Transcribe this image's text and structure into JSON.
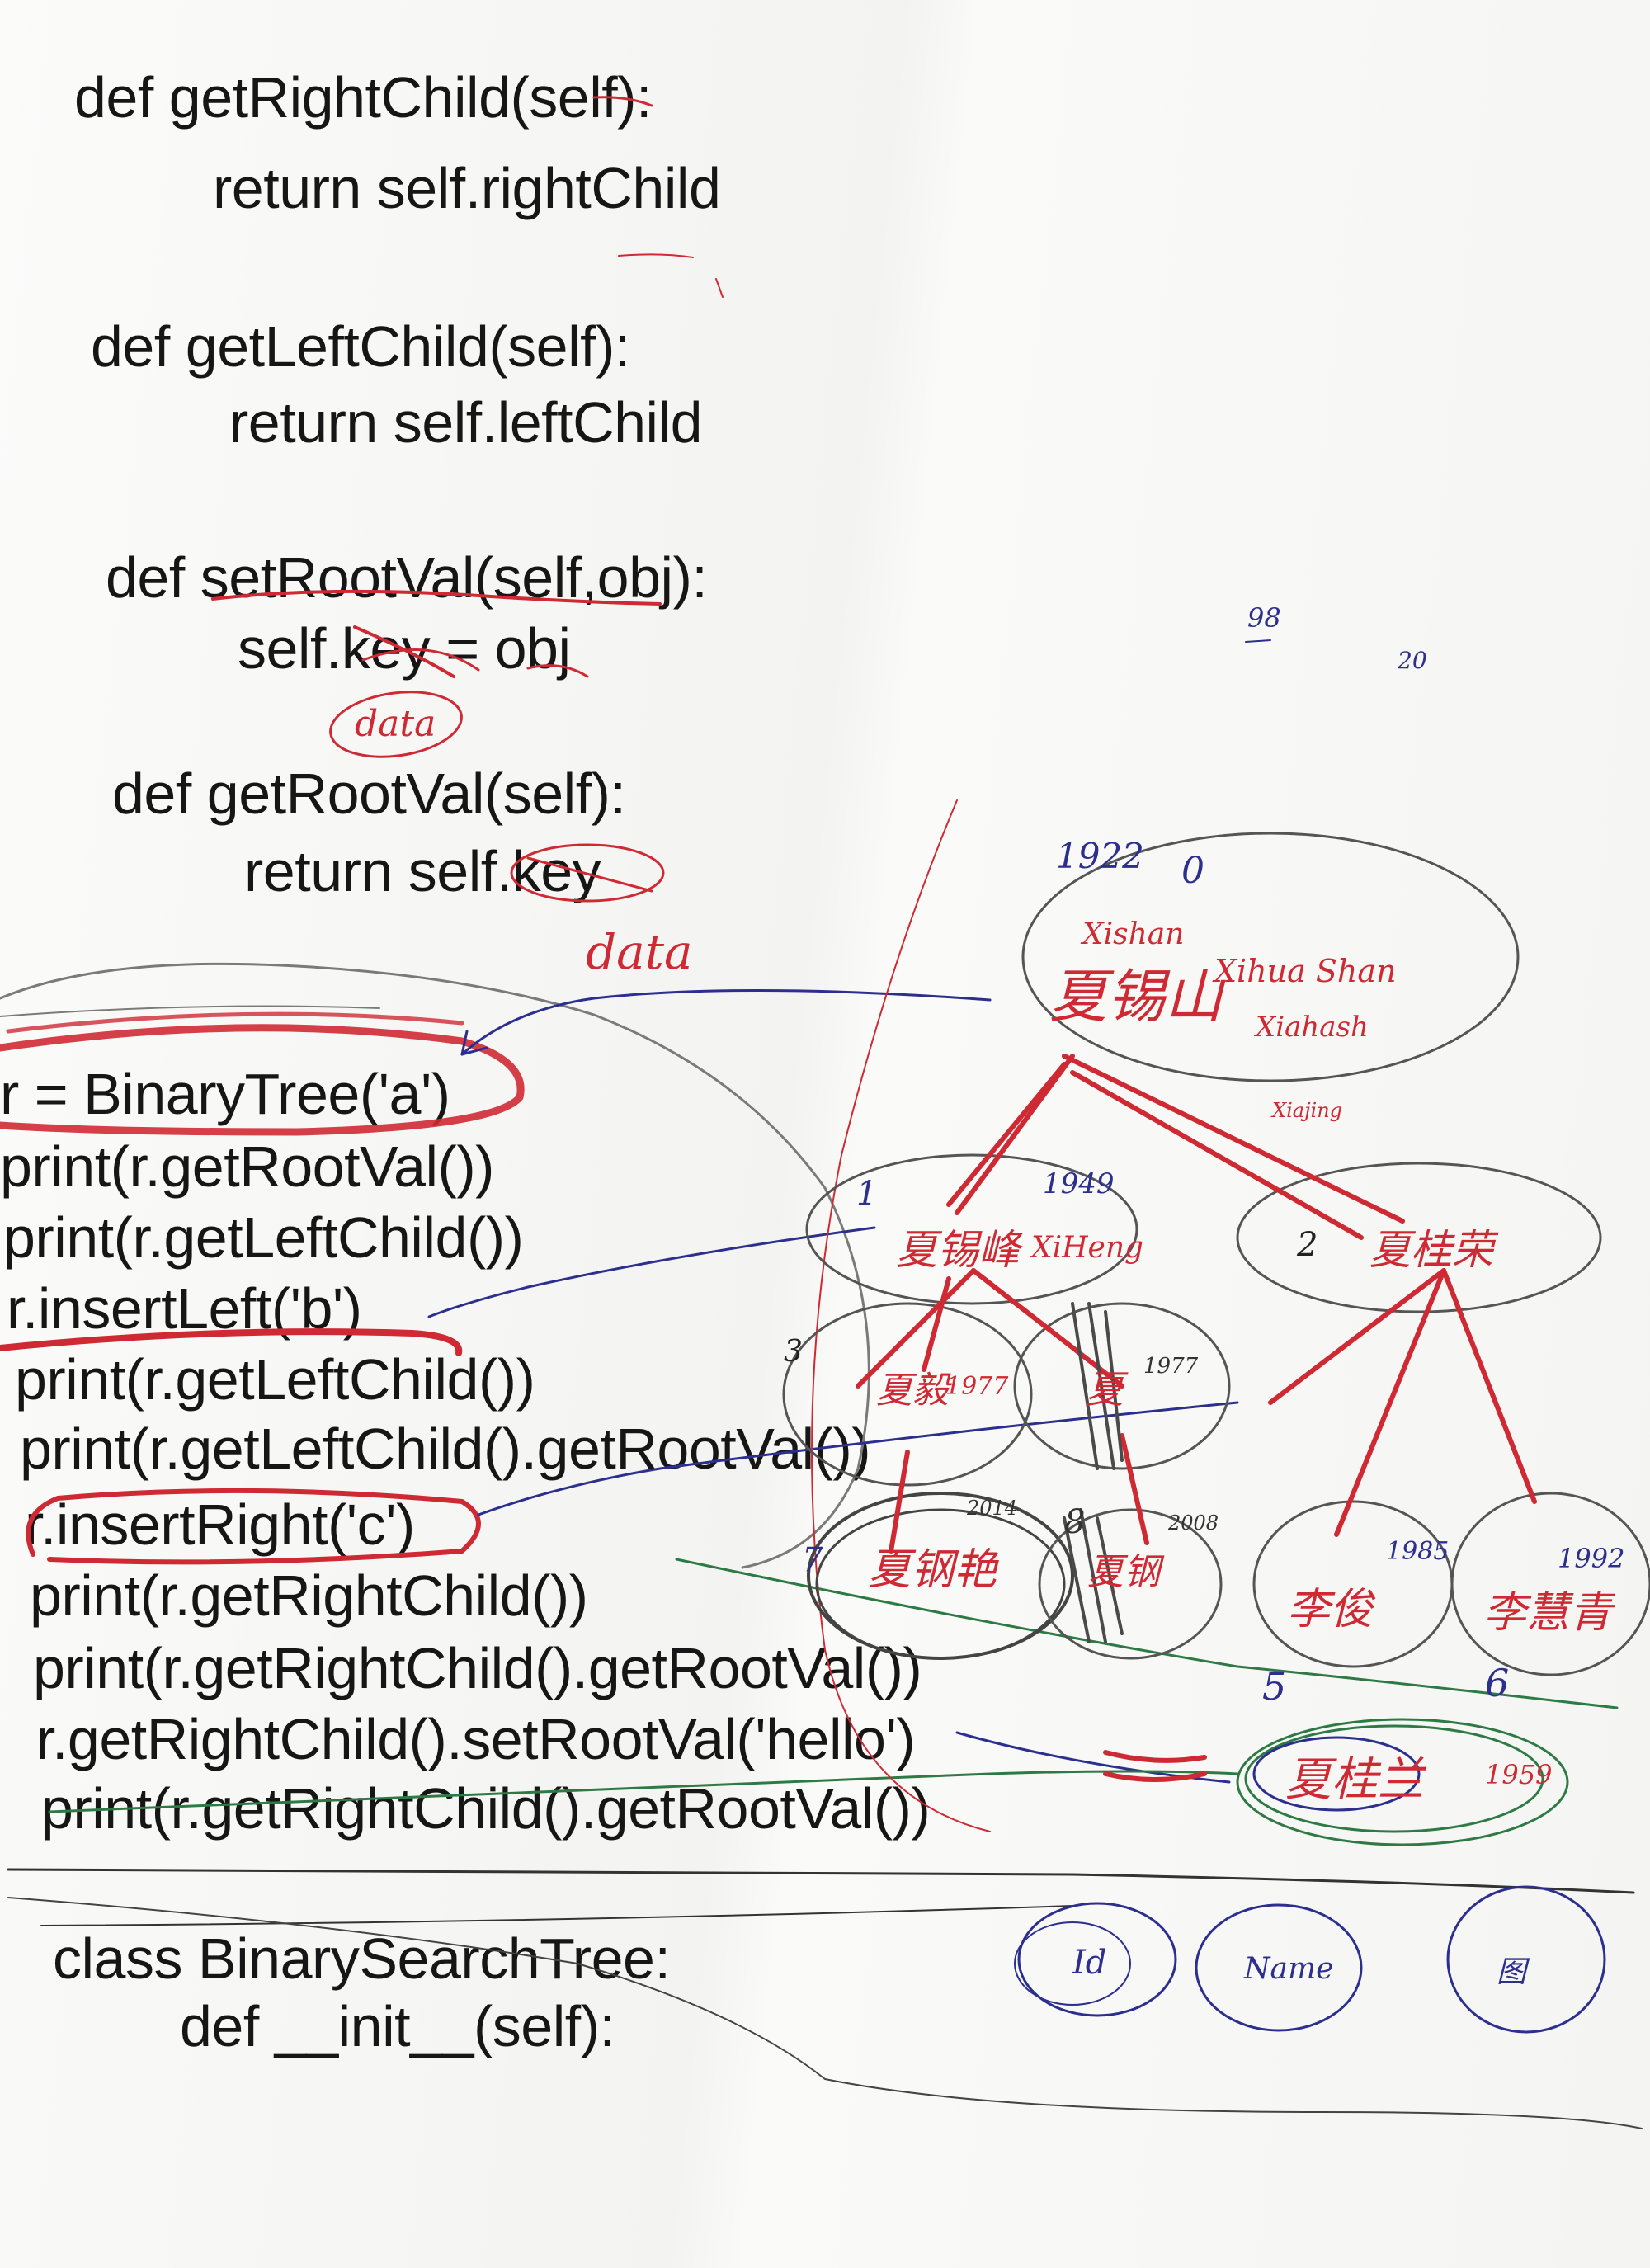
{
  "code": {
    "line1": "def getRightChild(self):",
    "line2": "return self.rightChild",
    "line3": "def getLeftChild(self):",
    "line4": "return self.leftChild",
    "line5": "def setRootVal(self,obj):",
    "line6": "self.key = obj",
    "line7": "def getRootVal(self):",
    "line8": "return self.key",
    "line9": "r = BinaryTree('a')",
    "line10": "print(r.getRootVal())",
    "line11": "print(r.getLeftChild())",
    "line12": "r.insertLeft('b')",
    "line13": "print(r.getLeftChild())",
    "line14": "print(r.getLeftChild().getRootVal())",
    "line15": "r.insertRight('c')",
    "line16": "print(r.getRightChild())",
    "line17": "print(r.getRightChild().getRootVal())",
    "line18": "r.getRightChild().setRootVal('hello')",
    "line19": "print(r.getRightChild().getRootVal())",
    "line20": "class BinarySearchTree:",
    "line21": "def __init__(self):"
  },
  "notes": {
    "data1": "data",
    "data2": "data",
    "n98": "98",
    "n20": "20",
    "root_year": "1922",
    "root_zero": "0",
    "root_pinyin": "Xishan",
    "root_name": "夏锡山",
    "root_alt1": "Xihua Shan",
    "root_alt2": "Xiahash",
    "root_alt3": "Xiajing",
    "n1": "1",
    "n1949": "1949",
    "node1_name": "夏锡峰",
    "node1_pinyin": "XiHeng",
    "n2": "2",
    "node2_name": "夏桂荣",
    "n3": "3",
    "node3_name": "夏毅",
    "n1977a": "1977",
    "n1977b": "1977",
    "node4_name": "夏",
    "n7": "7",
    "n2014": "2014",
    "node7_name": "夏钢艳",
    "n8": "8",
    "n2008": "2008",
    "node8_name": "夏钢",
    "node5_name": "李俊",
    "n1985": "1985",
    "n5": "5",
    "node6_name": "李慧青",
    "n1992": "1992",
    "n6": "6",
    "node9_name": "夏桂兰",
    "n1959": "1959",
    "field1": "Id",
    "field2": "Name",
    "field3": "图"
  },
  "colors": {
    "ink": "#161616",
    "red_pen": "#cf2a34",
    "blue_pen": "#2c2f8e",
    "green_pen": "#2e7a45",
    "pencil": "#6b6b6b"
  }
}
